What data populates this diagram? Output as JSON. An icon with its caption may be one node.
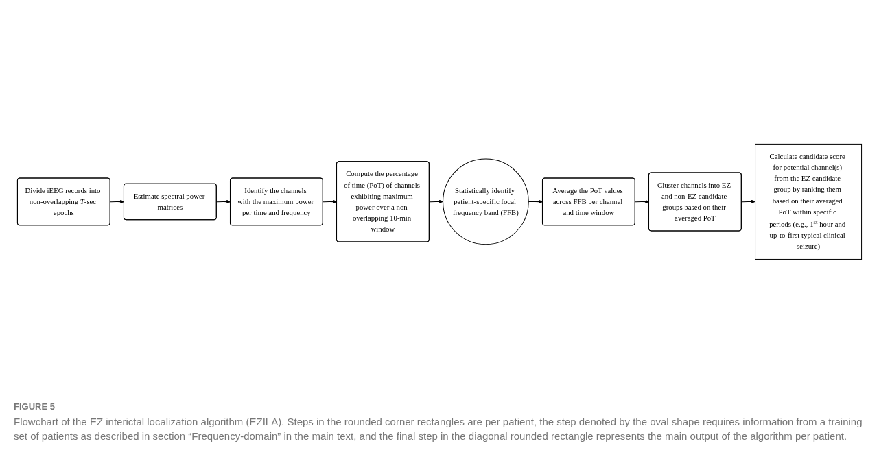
{
  "diagram": {
    "title": "FIGURE 5",
    "caption": "Flowchart of the EZ interictal localization algorithm (EZILA). Steps in the rounded corner rectangles are per patient, the step denoted by the oval shape requires information from a training set of patients as described in section “Frequency-domain” in the main text, and the final step in the diagonal rounded rectangle represents the main output of the algorithm per patient.",
    "nodes": [
      {
        "text": [
          "Divide iEEG records into non-overlapping *T*-sec epochs"
        ]
      },
      {
        "text": [
          "Estimate spectral power matrices"
        ]
      },
      {
        "text": [
          "Identify the channels with the maximum power per time and frequency"
        ]
      },
      {
        "text": [
          "Compute the percentage of time (PoT) of channels exhibiting maximum power over a non-overlapping 10-min window"
        ]
      },
      {
        "text": [
          "Statistically identify patient-specific focal frequency band (FFB)"
        ]
      },
      {
        "text": [
          "Average the PoT values across FFB per channel and time window"
        ]
      },
      {
        "text": [
          "Cluster channels into EZ and non-EZ candidate groups based on their averaged PoT"
        ]
      },
      {
        "text": [
          "Calculate candidate score for potential channel(s) from the EZ candidate group by ranking them based on their averaged PoT within specific periods (e.g., 1$^{st}$ hour and up-to-first typical clinical seizure)"
        ]
      }
    ],
    "edges": [
      {
        "from": 0,
        "to": 1,
        "arrow": "to"
      },
      {
        "from": 1,
        "to": 2,
        "arrow": "to"
      },
      {
        "from": 2,
        "to": 3,
        "arrow": "to"
      },
      {
        "from": 3,
        "to": 4,
        "arrow": "to"
      },
      {
        "from": 4,
        "to": 5,
        "arrow": "to"
      },
      {
        "from": 5,
        "to": 6,
        "arrow": "to"
      },
      {
        "from": 6,
        "to": 7,
        "arrow": "to"
      }
    ]
  }
}
